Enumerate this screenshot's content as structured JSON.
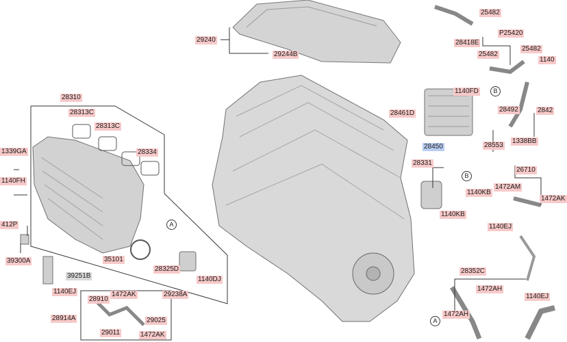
{
  "labels": {
    "l29240": "29240",
    "l29244B": "29244B",
    "l25482a": "25482",
    "lP25420": "P25420",
    "l28418E": "28418E",
    "l25482b": "25482",
    "l25482c": "25482",
    "l1140": "1140",
    "l1140FD": "1140FD",
    "l28492": "28492",
    "l2842": "2842",
    "l28461D": "28461D",
    "l28553": "28553",
    "l1338BB": "1338BB",
    "l28450": "28450",
    "l28331": "28331",
    "l1140KBa": "1140KB",
    "l1140KBb": "1140KB",
    "l26710": "26710",
    "l1472AM": "1472AM",
    "l1472AK_r": "1472AK",
    "l1140EJa": "1140EJ",
    "l28310": "28310",
    "l28313Ca": "28313C",
    "l28313Cb": "28313C",
    "l28334": "28334",
    "l1339GA": "1339GA",
    "l1140FH": "1140FH",
    "l412P": "412P",
    "l39300A": "39300A",
    "l39251B": "39251B",
    "l1140EJb": "1140EJ",
    "l35101": "35101",
    "l28325D": "28325D",
    "l1140DJ": "1140DJ",
    "l29238A": "29238A",
    "l28910": "28910",
    "l1472AKa": "1472AK",
    "l28914A": "28914A",
    "l29025": "29025",
    "l29011": "29011",
    "l1472AKb": "1472AK",
    "l28352C": "28352C",
    "l1472AH_a": "1472AH",
    "l1472AH_b": "1472AH",
    "l1140EJc": "1140EJ"
  },
  "callouts": {
    "a1": "A",
    "b1": "B",
    "b2": "B",
    "a2": "A"
  },
  "colors": {
    "label_bg": "#f7c9c9",
    "selected_bg": "#b9cdf2",
    "line": "#333333",
    "part_fill": "#d6d6d6"
  }
}
